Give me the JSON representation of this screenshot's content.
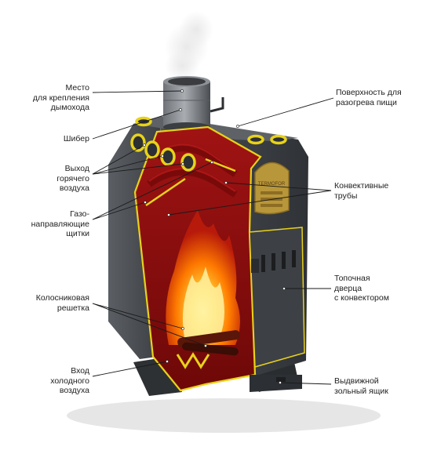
{
  "labels": {
    "chimney_mount": "Место\nдля крепления\nдымохода",
    "damper": "Шибер",
    "hot_air_outlet": "Выход\nгорячего\nвоздуха",
    "gas_guide_shields": "Газо-\nнаправляющие\nщитки",
    "grate": "Колосниковая\nрешетка",
    "cold_air_inlet": "Вход\nхолодного\nвоздуха",
    "cooking_surface": "Поверхность для\nразогрева пищи",
    "convection_pipes": "Конвективные\nтрубы",
    "firebox_door": "Топочная\nдверца\nс конвектором",
    "ash_drawer": "Выдвижной\nзольный ящик"
  },
  "badge_text": "TERMOFOR",
  "colors": {
    "body_dark": "#3a3d41",
    "body_mid": "#55595e",
    "firebox_red": "#8b0d0d",
    "edge_yellow": "#e8d21a",
    "flame_orange": "#ff8a00",
    "flame_yellow": "#ffe14a",
    "leader_line": "#1a1a1a"
  }
}
